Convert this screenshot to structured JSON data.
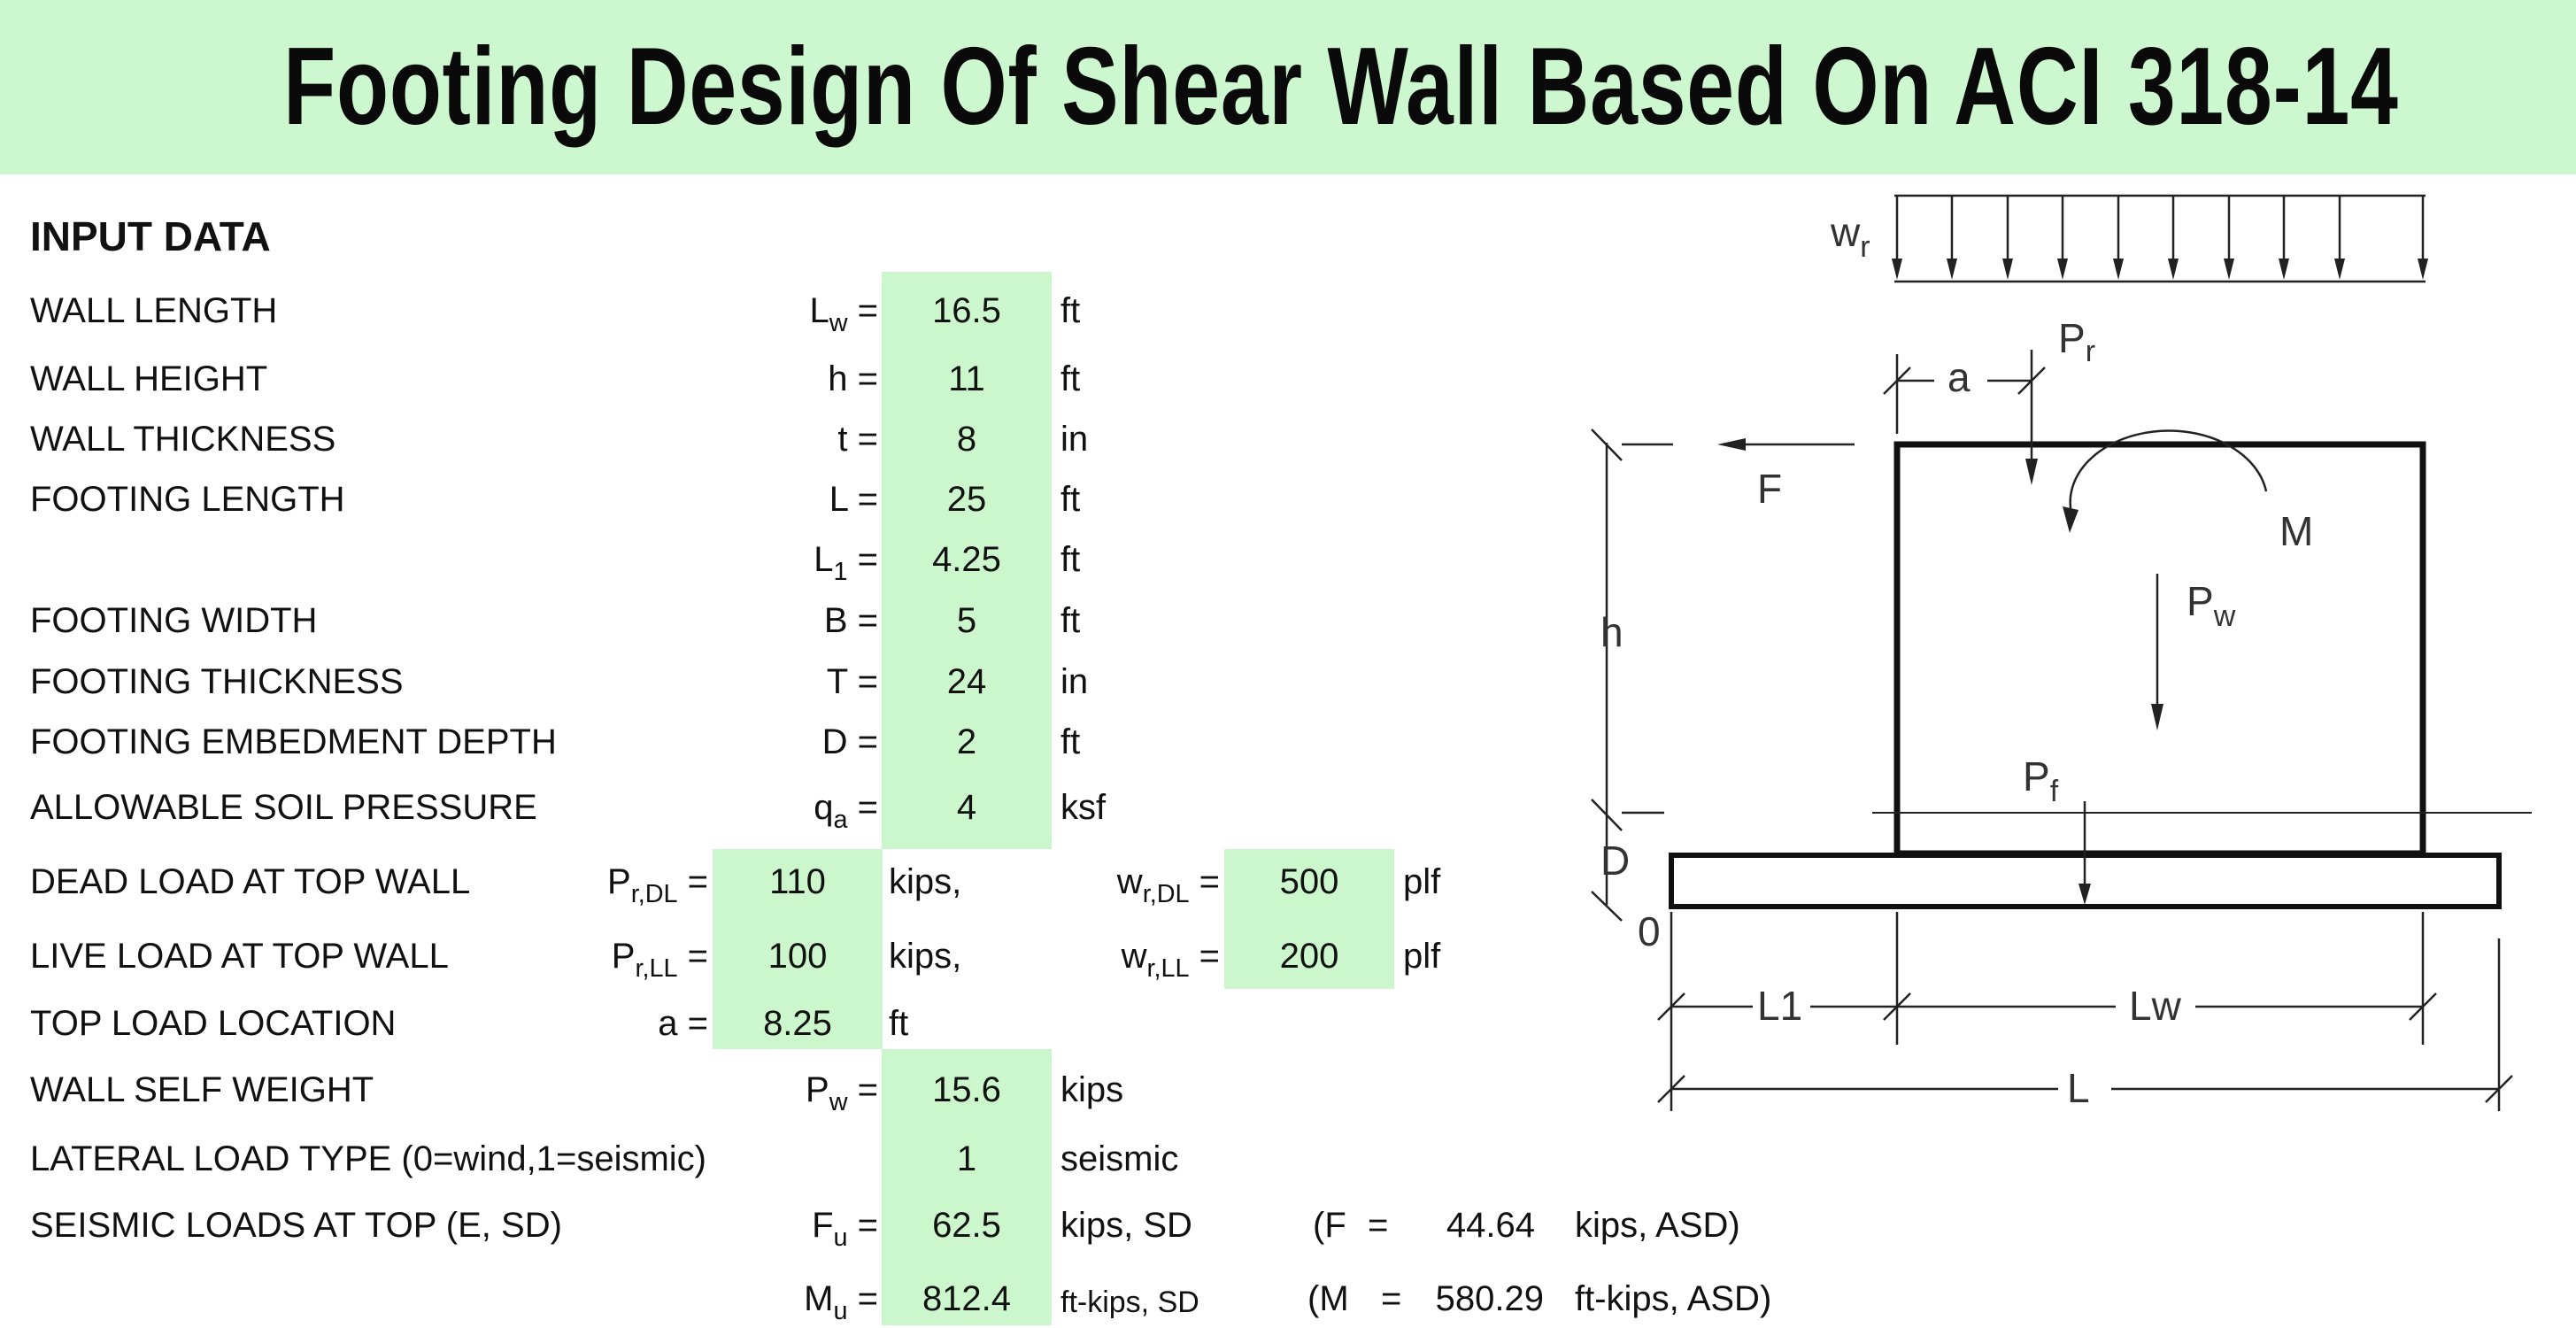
{
  "title": "Footing Design Of Shear Wall Based On ACI 318-14",
  "section_header": "INPUT DATA",
  "rows": [
    {
      "label": "WALL LENGTH",
      "symbol": "L",
      "sub": "w",
      "eq": "=",
      "value": "16.5",
      "unit": "ft"
    },
    {
      "label": "WALL HEIGHT",
      "symbol": "h",
      "sub": "",
      "eq": "=",
      "value": "11",
      "unit": "ft"
    },
    {
      "label": "WALL THICKNESS",
      "symbol": "t",
      "sub": "",
      "eq": "=",
      "value": "8",
      "unit": "in"
    },
    {
      "label": "FOOTING LENGTH",
      "symbol": "L",
      "sub": "",
      "eq": "=",
      "value": "25",
      "unit": "ft"
    },
    {
      "label": "",
      "symbol": "L",
      "sub": "1",
      "eq": "=",
      "value": "4.25",
      "unit": "ft"
    },
    {
      "label": "FOOTING WIDTH",
      "symbol": "B",
      "sub": "",
      "eq": "=",
      "value": "5",
      "unit": "ft"
    },
    {
      "label": "FOOTING THICKNESS",
      "symbol": "T",
      "sub": "",
      "eq": "=",
      "value": "24",
      "unit": "in"
    },
    {
      "label": "FOOTING EMBEDMENT DEPTH",
      "symbol": "D",
      "sub": "",
      "eq": "=",
      "value": "2",
      "unit": "ft"
    },
    {
      "label": "ALLOWABLE SOIL PRESSURE",
      "symbol": "q",
      "sub": "a",
      "eq": "=",
      "value": "4",
      "unit": "ksf"
    }
  ],
  "dead_load": {
    "label": "DEAD LOAD AT TOP WALL",
    "symbol": "P",
    "sub": "r,DL",
    "eq": "=",
    "value": "110",
    "unit": "kips,",
    "symbol2": "w",
    "sub2": "r,DL",
    "value2": "500",
    "unit2": "plf"
  },
  "live_load": {
    "label": "LIVE LOAD AT TOP WALL",
    "symbol": "P",
    "sub": "r,LL",
    "eq": "=",
    "value": "100",
    "unit": "kips,",
    "symbol2": "w",
    "sub2": "r,LL",
    "value2": "200",
    "unit2": "plf"
  },
  "top_load": {
    "label": "TOP LOAD LOCATION",
    "symbol": "a",
    "eq": "=",
    "value": "8.25",
    "unit": "ft"
  },
  "self_weight": {
    "label": "WALL SELF WEIGHT",
    "symbol": "P",
    "sub": "w",
    "eq": "=",
    "value": "15.6",
    "unit": "kips"
  },
  "lateral_type": {
    "label": "LATERAL LOAD TYPE (0=wind,1=seismic)",
    "value": "1",
    "unit": "seismic"
  },
  "seismic_f": {
    "label": "SEISMIC LOADS AT TOP (E, SD)",
    "symbol": "F",
    "sub": "u",
    "eq": "=",
    "value": "62.5",
    "unit": "kips, SD",
    "asd_open": "(F",
    "asd_eq": "=",
    "asd_value": "44.64",
    "asd_unit": "kips, ASD)"
  },
  "seismic_m": {
    "symbol": "M",
    "sub": "u",
    "eq": "=",
    "value": "812.4",
    "unit": "ft-kips, SD",
    "asd_open": "(M",
    "asd_eq": "=",
    "asd_value": "580.29",
    "asd_unit": "ft-kips, ASD)"
  },
  "diagram": {
    "wr": "w",
    "wr_sub": "r",
    "pr": "P",
    "pr_sub": "r",
    "a": "a",
    "F": "F",
    "M": "M",
    "pw": "P",
    "pw_sub": "w",
    "pf": "P",
    "pf_sub": "f",
    "h": "h",
    "D": "D",
    "zero": "0",
    "L1": "L1",
    "Lw": "Lw",
    "L": "L"
  }
}
